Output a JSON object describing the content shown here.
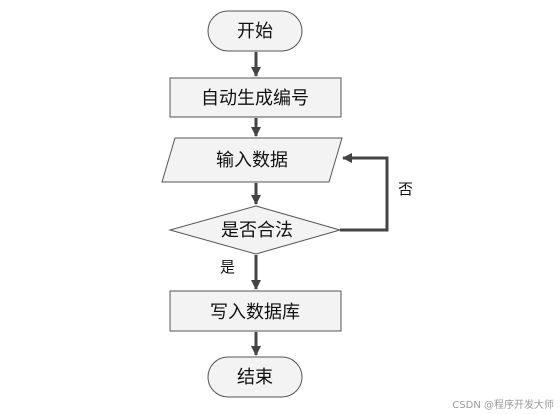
{
  "colors": {
    "fill": "#f3f3f3",
    "stroke": "#555555",
    "arrow": "#444444",
    "text": "#111111",
    "watermark": "#9a9a9a"
  },
  "nodes": {
    "start": "开始",
    "generate_id": "自动生成编号",
    "input_data": "输入数据",
    "is_valid": "是否合法",
    "write_db": "写入数据库",
    "end": "结束"
  },
  "edges": {
    "no": "否",
    "yes": "是"
  },
  "watermark": "CSDN @程序开发大师"
}
